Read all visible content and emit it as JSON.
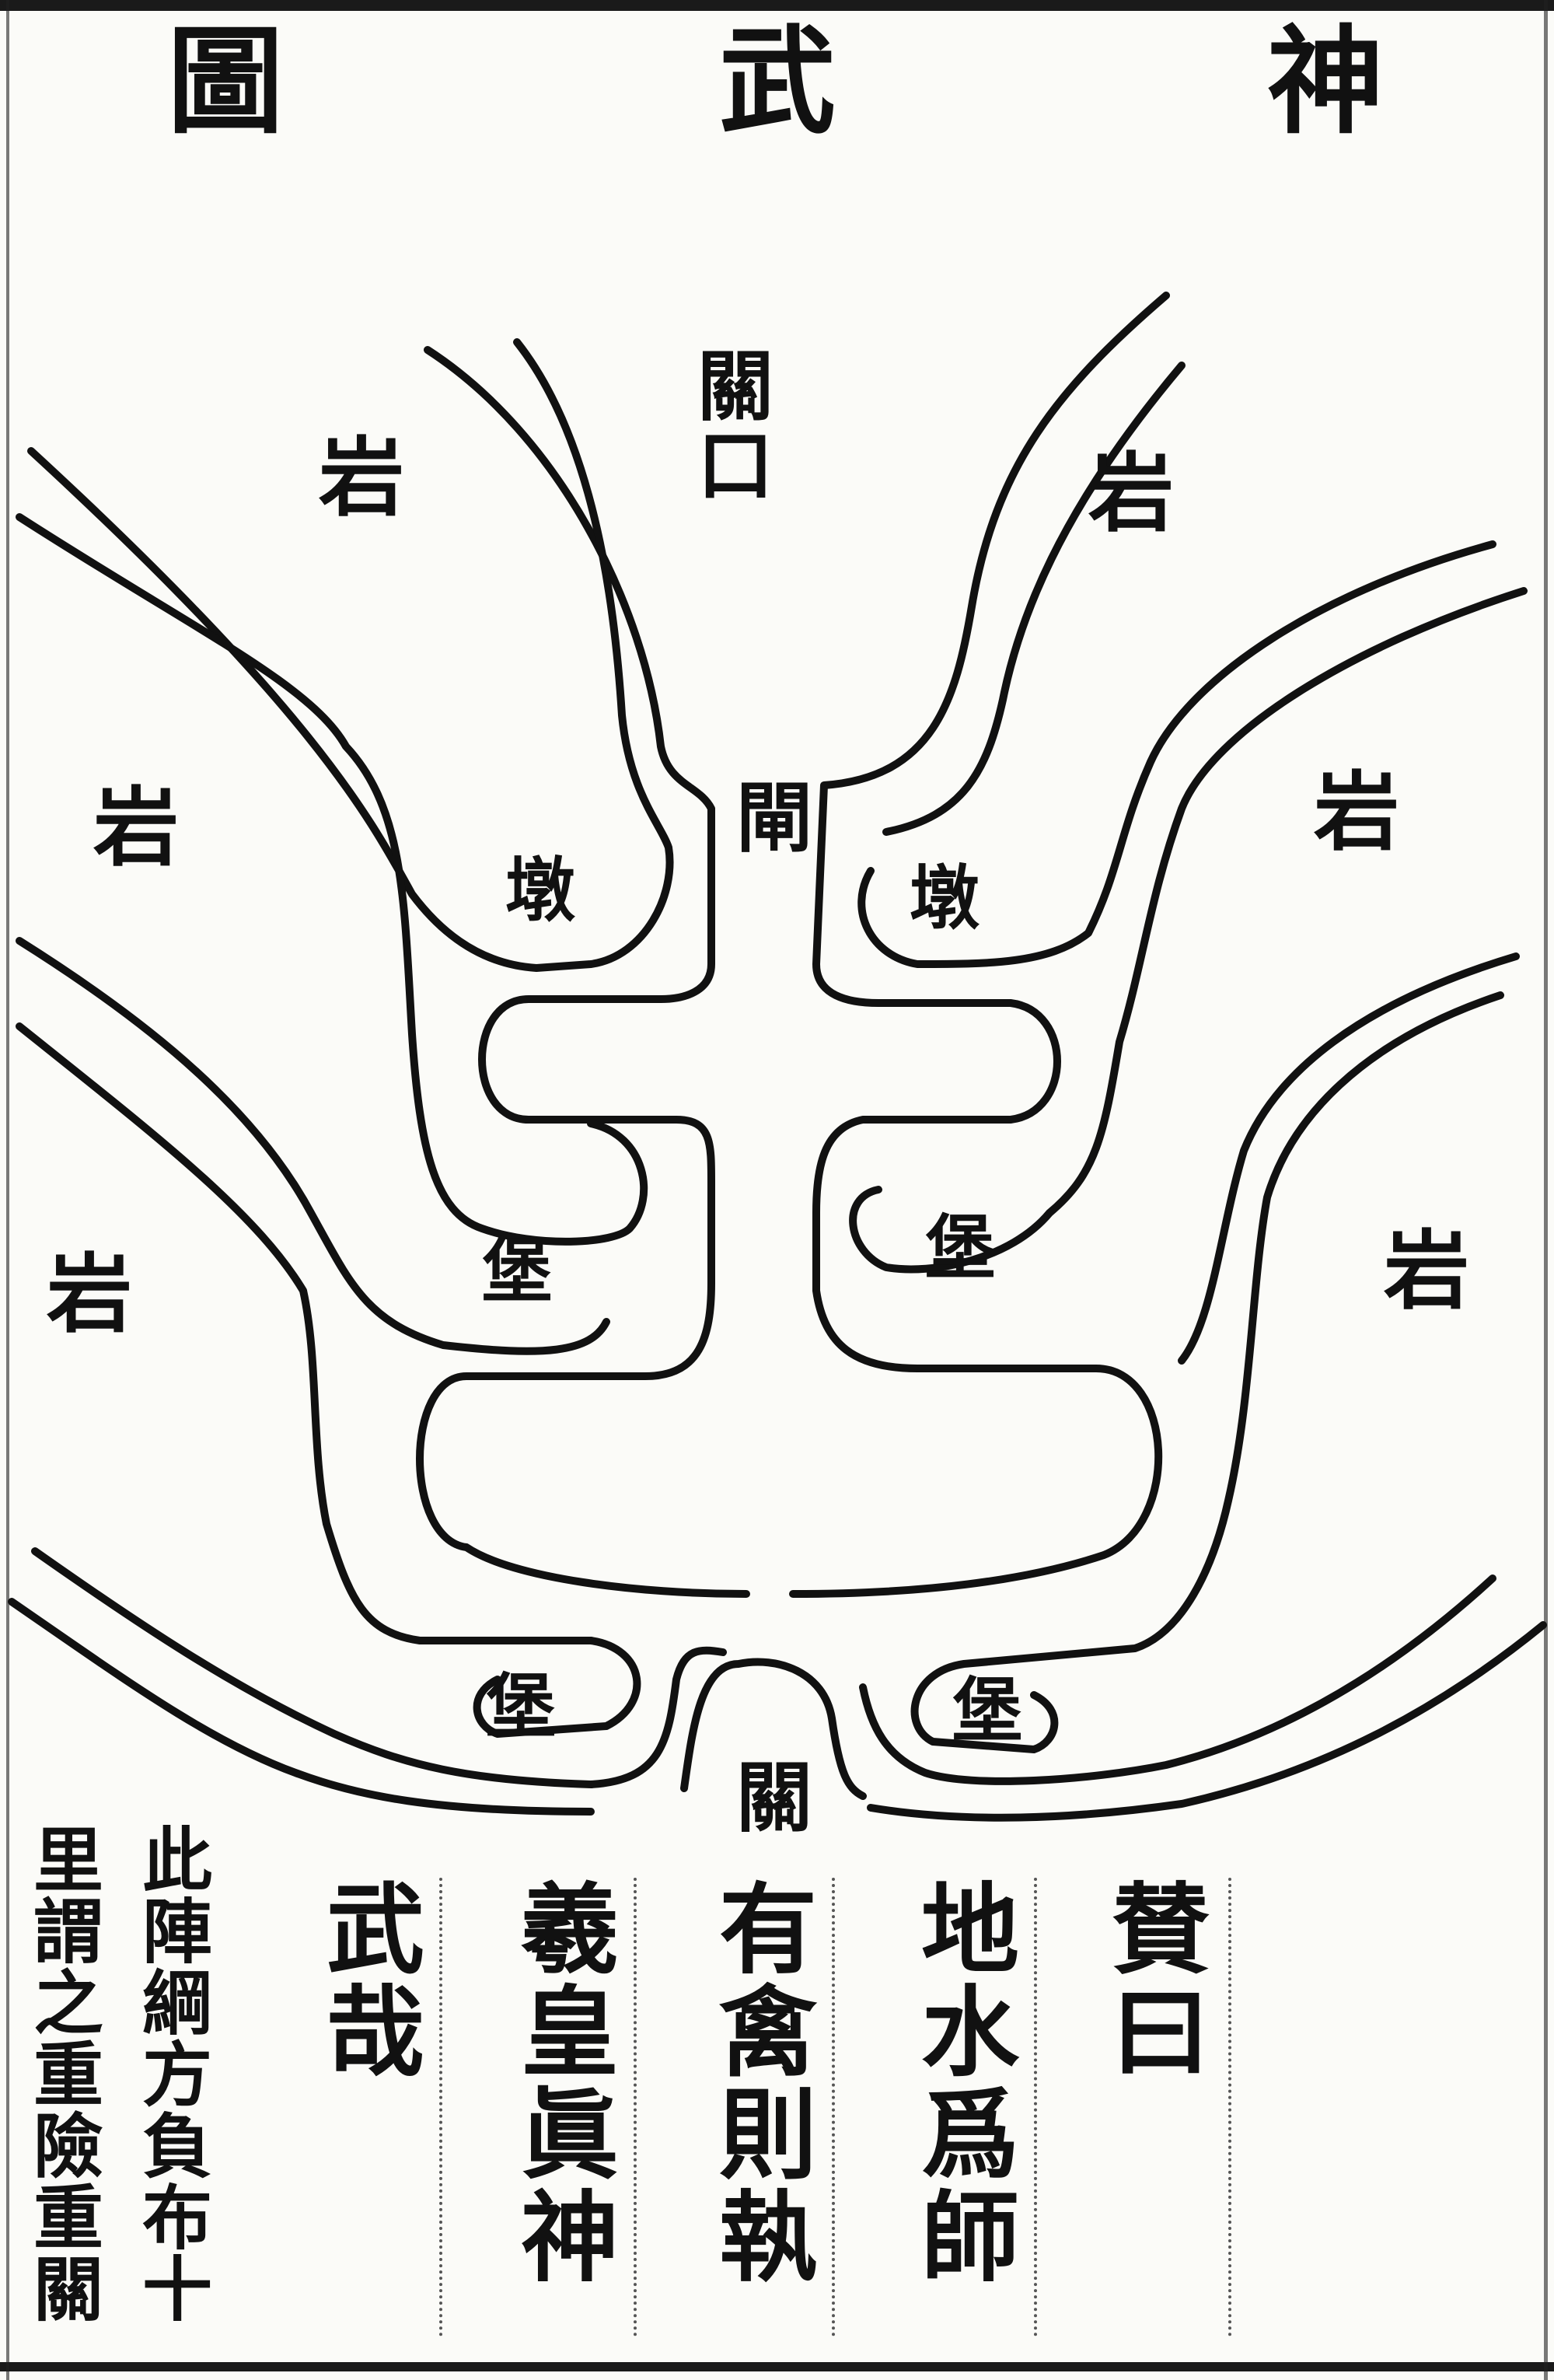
{
  "title": {
    "chars": [
      "圖",
      "武",
      "神"
    ]
  },
  "diagram": {
    "top_pass": "關口",
    "upper_gate": "閘",
    "lower_gate": "關",
    "upper_left_mound": "墩",
    "upper_right_mound": "墩",
    "mid_left_fort": "堡",
    "mid_right_fort": "堡",
    "low_left_fort": "堡",
    "low_right_fort": "堡",
    "rock_labels": [
      "岩",
      "岩",
      "岩",
      "岩",
      "岩",
      "岩"
    ]
  },
  "verse": {
    "col1": "賛曰",
    "col2": "地水爲師",
    "col3": "有禽則執",
    "col4": "羲皇眞神",
    "col5": "武哉"
  },
  "note": {
    "col1": "此陣綱方負布十",
    "col2": "里謂之重險重關"
  }
}
